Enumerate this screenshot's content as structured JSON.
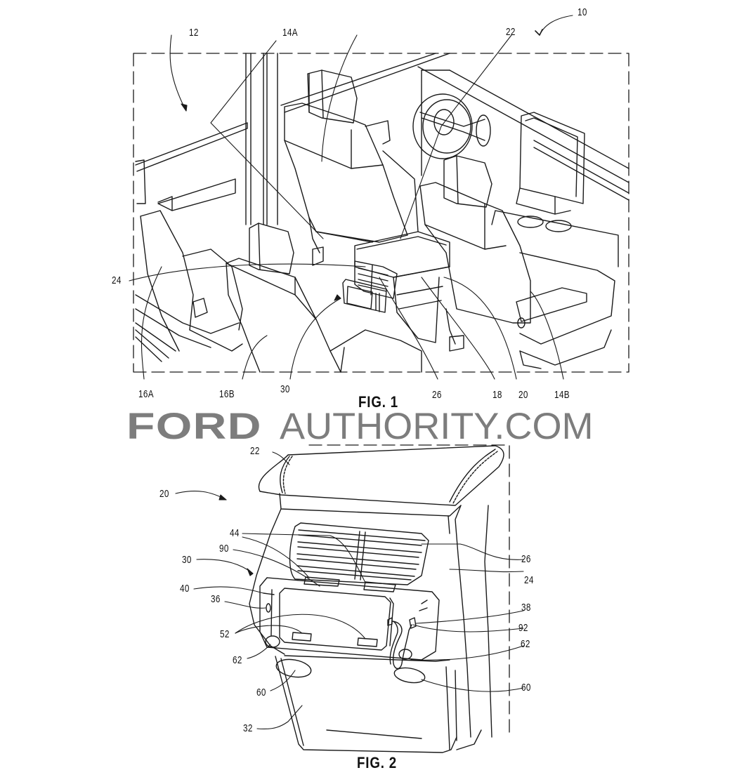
{
  "document": {
    "type": "patent-drawing-sheet",
    "watermark": {
      "brand": "FORD",
      "site": "AUTHORITY.COM",
      "color": "#7d7d7d"
    }
  },
  "figure1": {
    "label": "FIG. 1",
    "refs": {
      "r10": "10",
      "r12": "12",
      "r14A": "14A",
      "r22": "22",
      "r24": "24",
      "r16A": "16A",
      "r16B": "16B",
      "r30": "30",
      "r26": "26",
      "r18": "18",
      "r20": "20",
      "r14B": "14B"
    }
  },
  "figure2": {
    "label": "FIG. 2",
    "refs": {
      "r22": "22",
      "r20": "20",
      "r44": "44",
      "r90": "90",
      "r30": "30",
      "r40": "40",
      "r36": "36",
      "r52": "52",
      "r62_left": "62",
      "r60_left": "60",
      "r32": "32",
      "r26": "26",
      "r24": "24",
      "r38": "38",
      "r92": "92",
      "r62_right": "62",
      "r60_right": "60"
    }
  }
}
